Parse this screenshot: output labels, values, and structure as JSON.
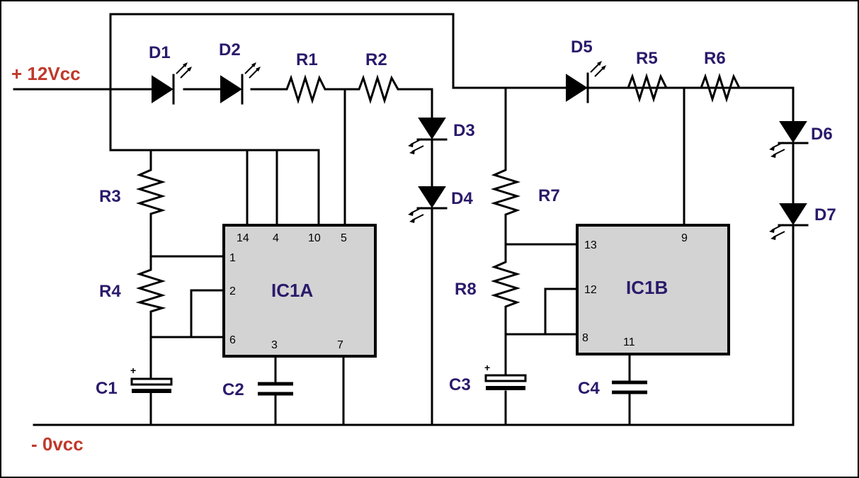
{
  "rails": {
    "positive": "+ 12Vcc",
    "negative": "- 0vcc"
  },
  "components": {
    "D1": "D1",
    "D2": "D2",
    "D3": "D3",
    "D4": "D4",
    "D5": "D5",
    "D6": "D6",
    "D7": "D7",
    "R1": "R1",
    "R2": "R2",
    "R3": "R3",
    "R4": "R4",
    "R5": "R5",
    "R6": "R6",
    "R7": "R7",
    "R8": "R8",
    "C1": "C1",
    "C2": "C2",
    "C3": "C3",
    "C4": "C4"
  },
  "capacitor_polarity": "+",
  "ic1a": {
    "name": "IC1A",
    "pins": {
      "p14": "14",
      "p4": "4",
      "p10": "10",
      "p5": "5",
      "p1": "1",
      "p2": "2",
      "p6": "6",
      "p3": "3",
      "p7": "7"
    }
  },
  "ic1b": {
    "name": "IC1B",
    "pins": {
      "p13": "13",
      "p9": "9",
      "p12": "12",
      "p8": "8",
      "p11": "11"
    }
  },
  "colors": {
    "rail_label": "#c0392b",
    "component_label": "#2b1a6b",
    "ic_fill": "#d3d3d3"
  }
}
